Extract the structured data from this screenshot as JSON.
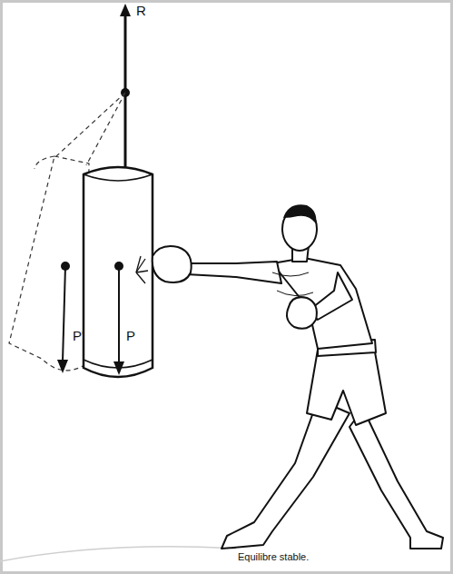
{
  "diagram": {
    "caption": "Equilibre stable.",
    "labels": [
      "R",
      "P'",
      "P"
    ]
  }
}
